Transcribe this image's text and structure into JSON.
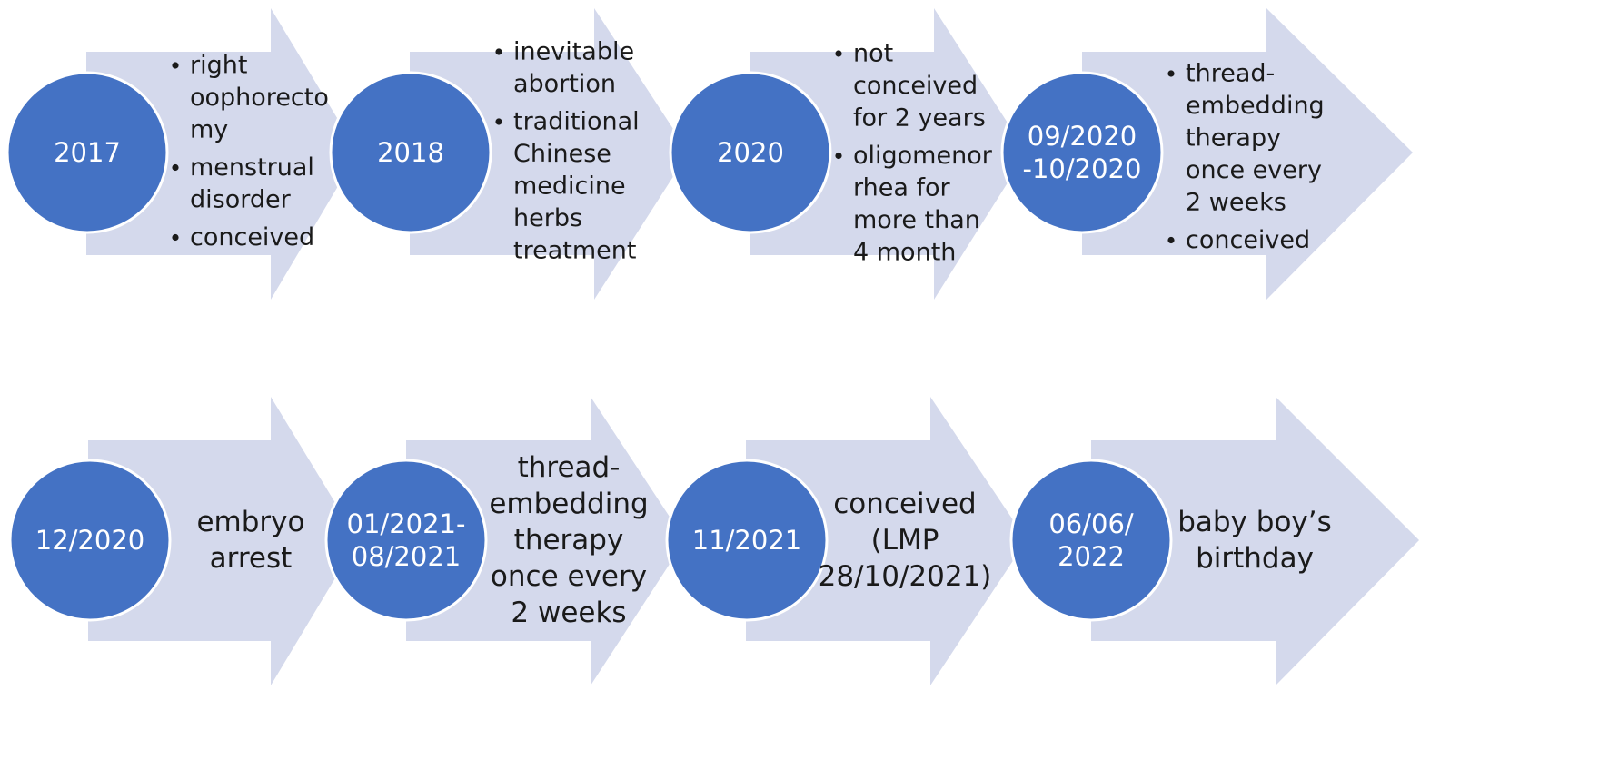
{
  "colors": {
    "arrow_fill": "#d4d9ec",
    "circle_fill": "#4472c4",
    "circle_text": "#ffffff",
    "body_text": "#1a1a1a"
  },
  "rows": [
    {
      "steps": [
        {
          "date_lines": [
            "2017"
          ],
          "description_style": "bullets",
          "bullets": [
            [
              "right",
              "oophorecto",
              "my"
            ],
            [
              "menstrual",
              "disorder"
            ],
            [
              "conceived"
            ]
          ]
        },
        {
          "date_lines": [
            "2018"
          ],
          "description_style": "bullets",
          "bullets": [
            [
              "inevitable",
              "abortion"
            ],
            [
              "traditional",
              "Chinese",
              "medicine",
              "herbs",
              "treatment"
            ]
          ]
        },
        {
          "date_lines": [
            "2020"
          ],
          "description_style": "bullets",
          "bullets": [
            [
              "not",
              "conceived",
              "for 2 years"
            ],
            [
              "oligomenor",
              "rhea for",
              "more than",
              "4 month"
            ]
          ]
        },
        {
          "date_lines": [
            "09/2020",
            "-10/2020"
          ],
          "description_style": "bullets",
          "bullets": [
            [
              "thread-",
              "embedding",
              "therapy",
              "once every",
              "2 weeks"
            ],
            [
              "conceived"
            ]
          ]
        }
      ]
    },
    {
      "steps": [
        {
          "date_lines": [
            "12/2020"
          ],
          "description_style": "centered",
          "text_lines": [
            "embryo",
            "arrest"
          ]
        },
        {
          "date_lines": [
            "01/2021-",
            "08/2021"
          ],
          "description_style": "centered",
          "text_lines": [
            "thread-",
            "embedding",
            "therapy",
            "once every",
            "2 weeks"
          ]
        },
        {
          "date_lines": [
            "11/2021"
          ],
          "description_style": "centered",
          "text_lines": [
            "conceived",
            "(LMP",
            "28/10/2021)"
          ]
        },
        {
          "date_lines": [
            "06/06/",
            "2022"
          ],
          "description_style": "centered",
          "text_lines": [
            "baby boy’s",
            "birthday"
          ]
        }
      ]
    }
  ]
}
